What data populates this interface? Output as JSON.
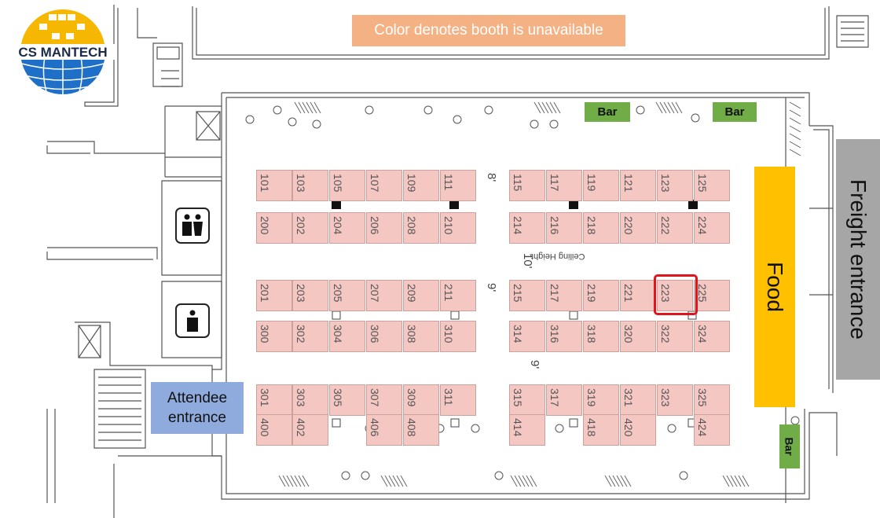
{
  "notice": "Color denotes booth is unavailable",
  "logo_text": "CS MANTECH",
  "labels": {
    "bar": "Bar",
    "food": "Food",
    "freight": "Freight entrance",
    "attendee_line1": "Attendee",
    "attendee_line2": "entrance",
    "ceiling_label": "Ceiling Height",
    "ceiling_value": "10'",
    "height_8": "8'",
    "height_9a": "9'",
    "height_9b": "9'"
  },
  "highlighted_booth": "223",
  "booths": {
    "row1": [
      "101",
      "103",
      "105",
      "107",
      "109",
      "111",
      "115",
      "117",
      "119",
      "121",
      "123",
      "125"
    ],
    "row2": [
      "200",
      "202",
      "204",
      "206",
      "208",
      "210",
      "214",
      "216",
      "218",
      "220",
      "222",
      "224"
    ],
    "row3": [
      "201",
      "203",
      "205",
      "207",
      "209",
      "211",
      "215",
      "217",
      "219",
      "221",
      "223",
      "225"
    ],
    "row4": [
      "300",
      "302",
      "304",
      "306",
      "308",
      "310",
      "314",
      "316",
      "318",
      "320",
      "322",
      "324"
    ],
    "row5": [
      "301",
      "303",
      "305",
      "307",
      "309",
      "311",
      "315",
      "317",
      "319",
      "321",
      "323",
      "325"
    ],
    "row6": [
      "400",
      "402",
      "406",
      "408",
      "414",
      "418",
      "420",
      "424"
    ]
  },
  "colors": {
    "booth_unavailable": "#f4c7c3",
    "bar": "#70ad47",
    "food": "#ffc000",
    "freight": "#a6a6a6",
    "attendee": "#8faadc",
    "notice": "#f4b183",
    "highlight": "#e1141c"
  }
}
